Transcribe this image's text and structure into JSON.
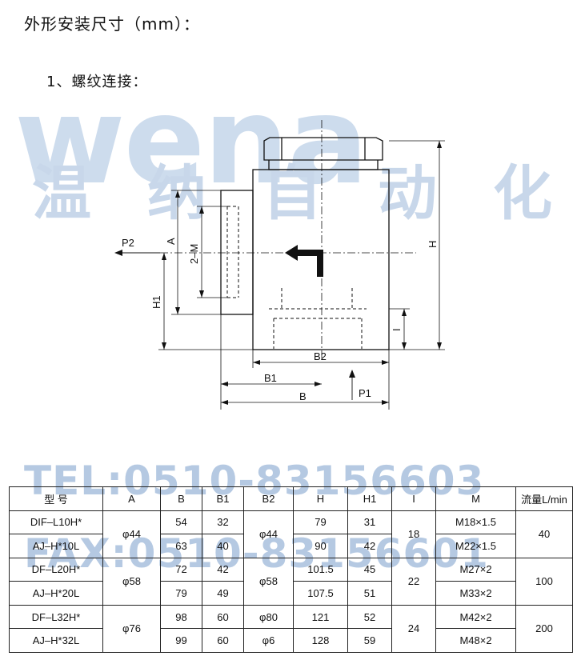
{
  "heading": "外形安装尺寸（mm）：",
  "subheading": "1、螺纹连接：",
  "watermark": {
    "logo": "wena",
    "company": "温纳自动化",
    "tel": "TEL:0510-83156603",
    "fax": "FAX:0510-83156601"
  },
  "drawing_labels": {
    "p1": "P1",
    "p2": "P2",
    "a": "A",
    "two_m": "2–M",
    "h1": "H1",
    "h": "H",
    "i": "I",
    "b": "B",
    "b1": "B1",
    "b2": "B2"
  },
  "table": {
    "headers": [
      "型 号",
      "A",
      "B",
      "B1",
      "B2",
      "H",
      "H1",
      "I",
      "M",
      "流量L/min"
    ],
    "models": [
      "DIF–L10H*",
      "AJ–H*10L",
      "DF–L20H*",
      "AJ–H*20L",
      "DF–L32H*",
      "AJ–H*32L"
    ],
    "A": [
      "φ44",
      "φ58",
      "φ76"
    ],
    "B": [
      "54",
      "63",
      "72",
      "79",
      "98",
      "99"
    ],
    "B1": [
      "32",
      "40",
      "42",
      "49",
      "60",
      "60"
    ],
    "B2": [
      "φ44",
      "φ58",
      "φ80",
      "φ6"
    ],
    "H": [
      "79",
      "90",
      "101.5",
      "107.5",
      "121",
      "128"
    ],
    "H1": [
      "31",
      "42",
      "45",
      "51",
      "52",
      "59"
    ],
    "I": [
      "18",
      "22",
      "24"
    ],
    "M": [
      "M18×1.5",
      "M22×1.5",
      "M27×2",
      "M33×2",
      "M42×2",
      "M48×2"
    ],
    "flow": [
      "40",
      "100",
      "200"
    ]
  },
  "colors": {
    "watermark": "#c9d8ea",
    "ink": "#111111"
  }
}
